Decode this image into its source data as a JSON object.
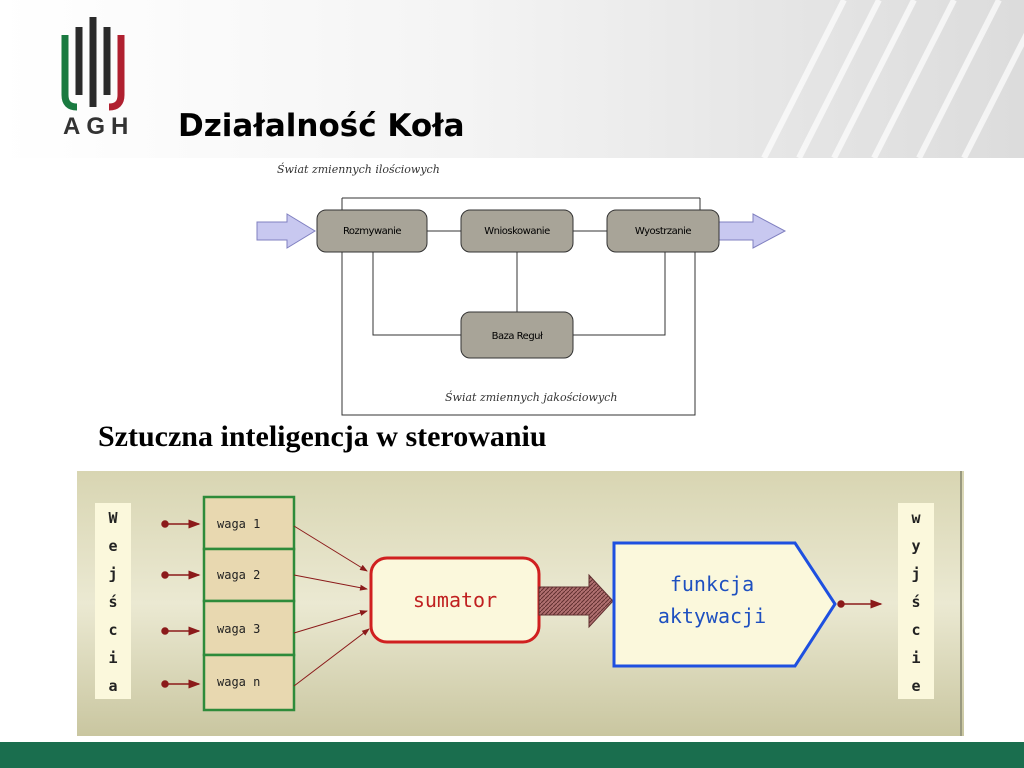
{
  "slide": {
    "title": "Działalność Koła",
    "logo_text": "AGH",
    "subheading": "Sztuczna inteligencja w sterowaniu"
  },
  "fuzzy_diagram": {
    "top_caption": "Świat zmiennych ilościowych",
    "bottom_caption": "Świat zmiennych jakościowych",
    "boxes": [
      "Rozmywanie",
      "Wnioskowanie",
      "Wyostrzanie",
      "Baza Reguł"
    ]
  },
  "neuron_diagram": {
    "inputs_label": [
      "W",
      "e",
      "j",
      "ś",
      "c",
      "i",
      "a"
    ],
    "outputs_label": [
      "w",
      "y",
      "j",
      "ś",
      "c",
      "i",
      "e"
    ],
    "weights": [
      "waga 1",
      "waga 2",
      "waga 3",
      "waga n"
    ],
    "summator": "sumator",
    "activation_line1": "funkcja",
    "activation_line2": "aktywacji"
  },
  "colors": {
    "footer": "#1a6e4e",
    "weights_border": "#2e8b3a",
    "summator_border": "#d02020",
    "activation_border": "#1e50e0"
  }
}
